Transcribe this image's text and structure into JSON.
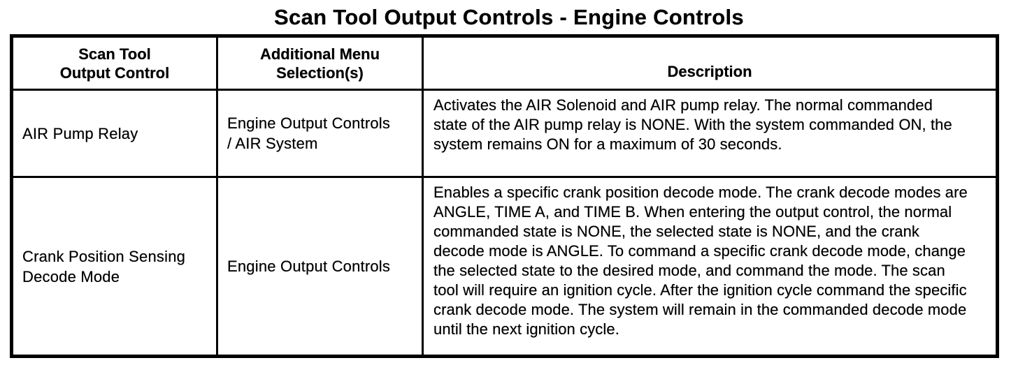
{
  "title": "Scan Tool Output Controls - Engine Controls",
  "table": {
    "columns": [
      {
        "label": "Scan Tool\nOutput Control"
      },
      {
        "label": "Additional Menu\nSelection(s)"
      },
      {
        "label": "Description"
      }
    ],
    "rows": [
      {
        "output_control": "AIR Pump Relay",
        "menu_selection": "Engine Output Controls\n/ AIR System",
        "description": "Activates the AIR Solenoid and AIR pump relay. The normal commanded state of the AIR pump relay is NONE. With the system commanded ON, the system remains ON for a maximum of 30 seconds."
      },
      {
        "output_control": "Crank Position Sensing\nDecode Mode",
        "menu_selection": "Engine Output Controls",
        "description": "Enables a specific crank position decode mode. The crank decode modes are ANGLE, TIME A, and TIME B. When entering the output control, the normal commanded state is NONE, the selected state is NONE, and the crank decode mode is ANGLE. To command a specific crank decode mode, change the selected state to the desired mode, and command the mode. The scan tool will require an ignition cycle. After the ignition cycle command the specific crank decode mode. The system will remain in the commanded decode mode until the next ignition cycle."
      }
    ]
  }
}
